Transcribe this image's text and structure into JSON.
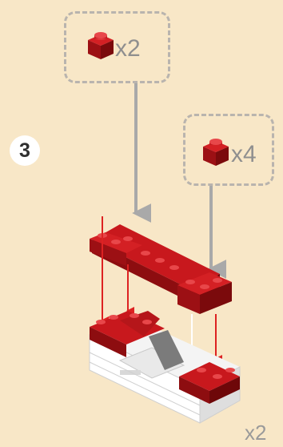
{
  "step": {
    "number": "3"
  },
  "parts": [
    {
      "icon": "red-1x1-brick-icon",
      "quantity_label": "x2"
    },
    {
      "icon": "red-1x1-brick-icon",
      "quantity_label": "x4"
    }
  ],
  "build": {
    "repeat_label": "x2"
  },
  "colors": {
    "background": "#f8e7c7",
    "brick_red": "#b5161a",
    "brick_red_dark": "#7b0a0c",
    "brick_white": "#ffffff",
    "guide_gray": "#a9a9a9",
    "placement_arrow": "#dd2222"
  }
}
